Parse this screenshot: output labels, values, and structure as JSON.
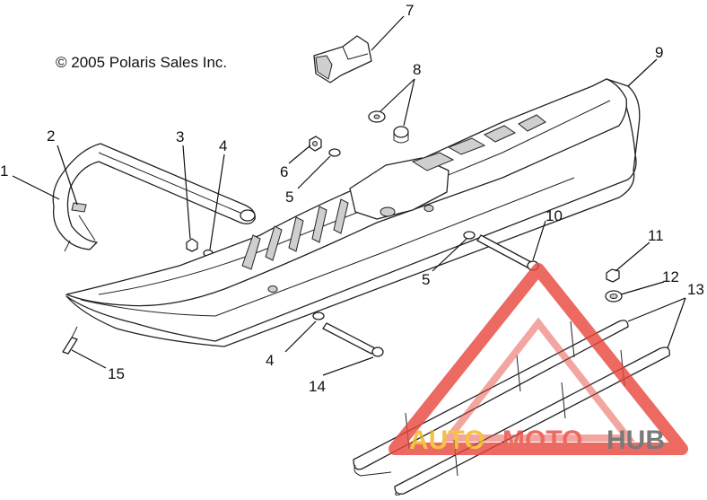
{
  "copyright": "© 2005 Polaris Sales Inc.",
  "callouts": [
    {
      "id": "c1",
      "label": "1"
    },
    {
      "id": "c2",
      "label": "2"
    },
    {
      "id": "c3",
      "label": "3"
    },
    {
      "id": "c4a",
      "label": "4"
    },
    {
      "id": "c4b",
      "label": "4"
    },
    {
      "id": "c5a",
      "label": "5"
    },
    {
      "id": "c5b",
      "label": "5"
    },
    {
      "id": "c6",
      "label": "6"
    },
    {
      "id": "c7",
      "label": "7"
    },
    {
      "id": "c8",
      "label": "8"
    },
    {
      "id": "c9",
      "label": "9"
    },
    {
      "id": "c10",
      "label": "10"
    },
    {
      "id": "c11",
      "label": "11"
    },
    {
      "id": "c12",
      "label": "12"
    },
    {
      "id": "c13",
      "label": "13"
    },
    {
      "id": "c14",
      "label": "14"
    },
    {
      "id": "c15",
      "label": "15"
    }
  ],
  "watermark": {
    "part1": "AUTO",
    "part2": "MOTO",
    "part3": "HUB",
    "color_red": "#e8463c",
    "color_yellow": "#f2b418",
    "color_gray": "#5a5a5a"
  }
}
